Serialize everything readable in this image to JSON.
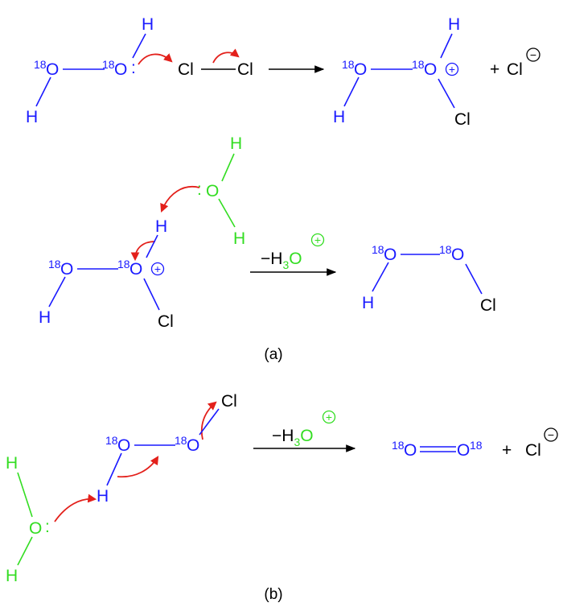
{
  "isotope": "18",
  "atoms": {
    "oxygen": "O",
    "hydrogen": "H",
    "chlorine": "Cl"
  },
  "lone_pair": ":",
  "charges": {
    "plus": "+",
    "minus": "−"
  },
  "plus_sign": "+",
  "byproduct": {
    "prefix": "−H",
    "subscript": "3",
    "suffix": "O"
  },
  "panels": {
    "a": "(a)",
    "b": "(b)"
  },
  "colors": {
    "labeled_oxygen_species": "#1a1aff",
    "water": "#33dd22",
    "chlorine": "#000000",
    "curly_arrow": "#e3201b"
  }
}
